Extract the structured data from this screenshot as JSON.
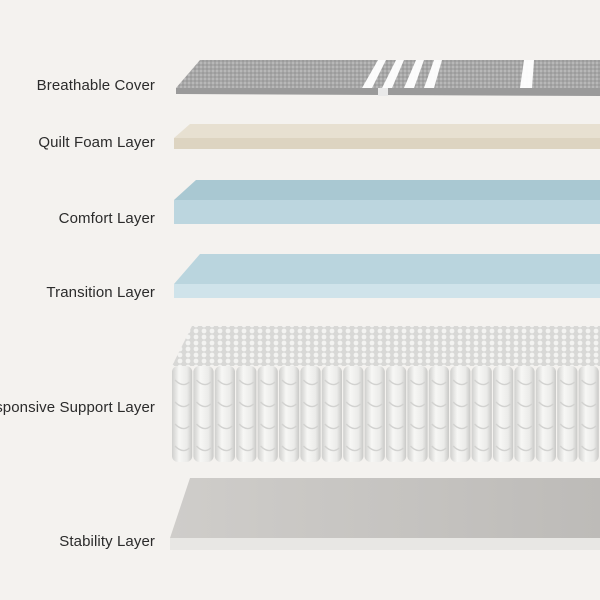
{
  "layers": [
    {
      "label": "Breathable Cover"
    },
    {
      "label": "Quilt Foam Layer"
    },
    {
      "label": "Comfort Layer"
    },
    {
      "label": "Transition Layer"
    },
    {
      "label": "Responsive Support Layer"
    },
    {
      "label": "Stability Layer"
    }
  ],
  "colors": {
    "background": "#f4f2ef",
    "cover": "#a9a9a9",
    "quilt_foam": "#e4dccb",
    "comfort": "#b6d2dc",
    "transition": "#c2dbe3",
    "springs": "#f0f0ee",
    "stability": "#c9c7c4"
  }
}
